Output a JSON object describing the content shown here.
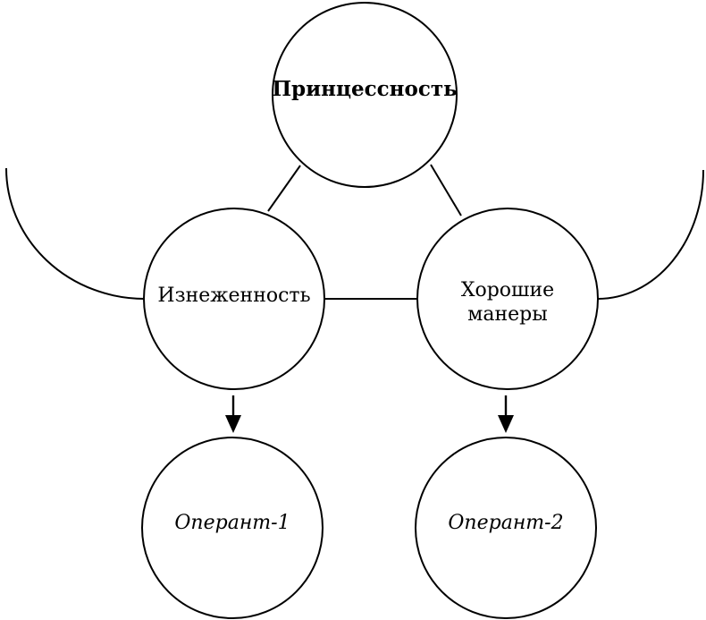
{
  "diagram": {
    "background_color": "#ffffff",
    "line_color": "#000000",
    "text_color": "#000000",
    "nodes": [
      {
        "id": "princessnost",
        "label": "Принцессность",
        "emphasis": "bold"
      },
      {
        "id": "iznezhennost",
        "label": "Изнеженность",
        "emphasis": "regular"
      },
      {
        "id": "horoshie-manery",
        "label": "Хорошие манеры",
        "label_lines": [
          "Хорошие",
          "манеры"
        ],
        "emphasis": "regular"
      },
      {
        "id": "operant-1",
        "label": "Оперант-1",
        "emphasis": "italic"
      },
      {
        "id": "operant-2",
        "label": "Оперант-2",
        "emphasis": "italic"
      }
    ],
    "edges": [
      {
        "from": "Принцессность",
        "to": "Изнеженность",
        "style": "plain-line"
      },
      {
        "from": "Принцессность",
        "to": "Хорошие манеры",
        "style": "plain-line"
      },
      {
        "from": "Изнеженность",
        "to": "Хорошие манеры",
        "style": "plain-line"
      },
      {
        "from": "Изнеженность",
        "to": "Оперант-1",
        "style": "arrow-down"
      },
      {
        "from": "Хорошие манеры",
        "to": "Оперант-2",
        "style": "arrow-down"
      },
      {
        "from": "image-left-edge",
        "to": "Изнеженность",
        "style": "curve"
      },
      {
        "from": "Хорошие манеры",
        "to": "image-right-edge",
        "style": "curve"
      }
    ]
  }
}
